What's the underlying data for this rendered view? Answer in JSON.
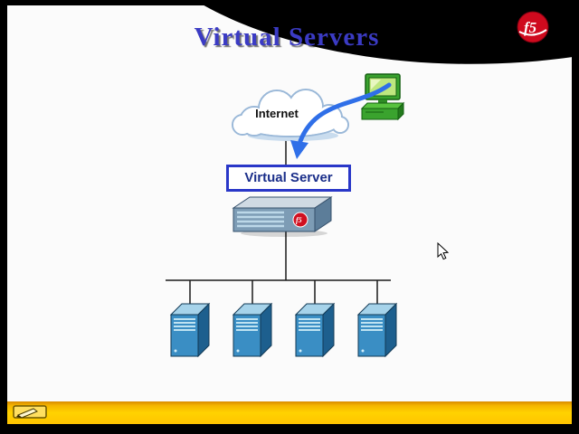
{
  "slide": {
    "title": "Virtual Servers"
  },
  "brand": {
    "logo_text": "f5"
  },
  "diagram": {
    "internet_label": "Internet",
    "virtual_server_label": "Virtual Server",
    "appliance_badge_text": "f5",
    "server_count": 4
  },
  "icons": {
    "f5_logo": "red-ball-f5",
    "internet_cloud": "cloud-shape",
    "client_computer": "green-desktop-computer",
    "traffic_arrow": "curved-blue-arrow",
    "bigip_appliance": "blue-3d-appliance",
    "server": "blue-3d-server-tower",
    "pen_tool": "annotation-pen",
    "mouse_cursor": "arrow-pointer"
  },
  "colors": {
    "title_blue": "#3b3bc4",
    "logo_red": "#cf0a1e",
    "virtual_server_border": "#2937c8",
    "arrow_blue": "#2f6fe8",
    "server_blue": "#3a8ec4",
    "toolbar_yellow": "#ffd200"
  }
}
